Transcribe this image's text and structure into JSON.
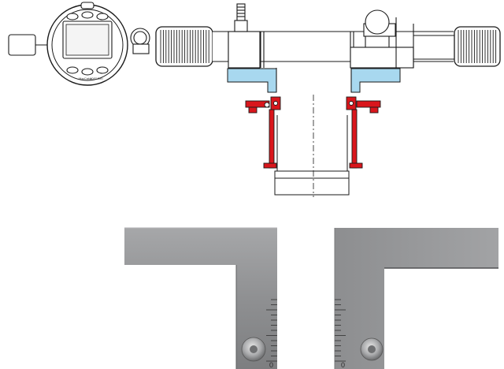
{
  "gauge": {
    "brand": "MarCator",
    "model": "1087 BRi"
  },
  "jaws": {
    "left_scale_zero": "0",
    "right_scale_zero": "0"
  },
  "colors": {
    "body_line": "#1a1a1a",
    "blue_block": "#a8d8ef",
    "red_clamp": "#d9161c",
    "steel_light": "#9c9d9f",
    "steel_dark": "#6e6f71"
  },
  "icons": {
    "dial_indicator": "dial-gauge-icon",
    "knurled_grip": "knurled-grip-icon",
    "clamp_screw": "screw-icon"
  }
}
